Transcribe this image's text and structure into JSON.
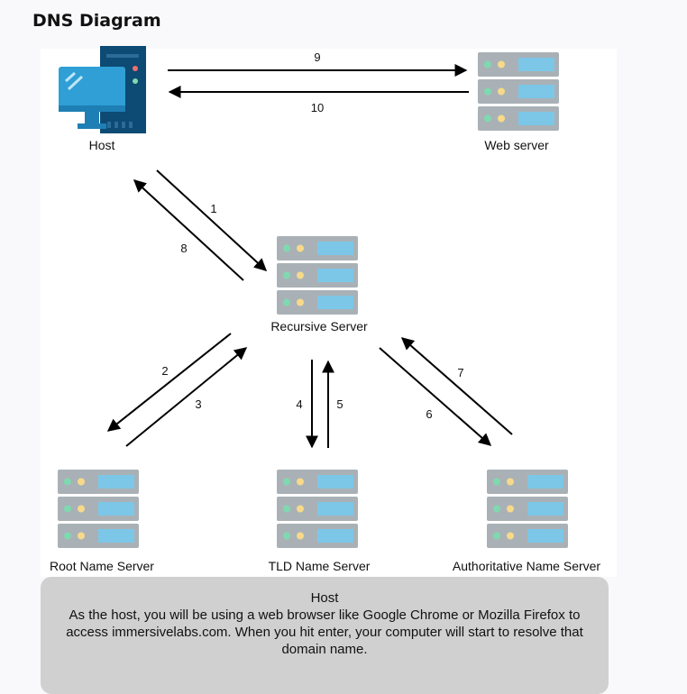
{
  "title": "DNS Diagram",
  "nodes": {
    "host": "Host",
    "web_server": "Web server",
    "recursive": "Recursive Server",
    "root": "Root Name Server",
    "tld": "TLD Name Server",
    "authoritative": "Authoritative Name Server"
  },
  "steps": [
    "1",
    "2",
    "3",
    "4",
    "5",
    "6",
    "7",
    "8",
    "9",
    "10"
  ],
  "info": {
    "heading": "Host",
    "text": "As the host, you will be using a web browser like Google Chrome or Mozilla Firefox to access immersivelabs.com. When you hit enter, your computer will start to resolve that domain name."
  },
  "colors": {
    "server_body": "#a9b1b6",
    "server_screen": "#7cc7e8",
    "led_green": "#7fd9b0",
    "led_yellow": "#f6d98a",
    "monitor": "#2f9fd6",
    "tower": "#0d4a74",
    "arrow": "#000000"
  }
}
